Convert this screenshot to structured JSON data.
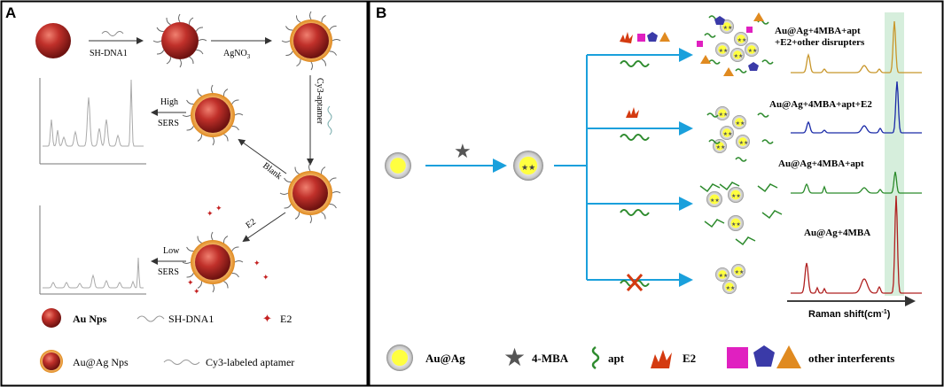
{
  "panel_a": {
    "letter": "A",
    "step_labels": {
      "sh_dna1": "SH-DNA1",
      "agno3_main": "AgNO",
      "agno3_sub": "3",
      "cy3_aptamer": "Cy3-aptamer",
      "blank": "Blank",
      "e2": "E2"
    },
    "high_sers": [
      "High",
      "SERS"
    ],
    "low_sers": [
      "Low",
      "SERS"
    ],
    "legend": {
      "au_nps": "Au Nps",
      "sh_dna1": "SH-DNA1",
      "e2": "E2",
      "auag_nps": "Au@Ag Nps",
      "cy3_aptamer": "Cy3-labeled aptamer"
    }
  },
  "panel_b": {
    "letter": "B",
    "spectrum_labels": [
      [
        "Au@Ag+4MBA+apt",
        "+E2+other disrupters"
      ],
      [
        "Au@Ag+4MBA+apt+E2"
      ],
      [
        "Au@Ag+4MBA+apt"
      ],
      [
        "Au@Ag+4MBA"
      ]
    ],
    "x_axis_main": "Raman shift(cm",
    "x_axis_sup": "-1",
    "x_axis_end": ")",
    "legend": {
      "auag": "Au@Ag",
      "mba": "4-MBA",
      "apt": "apt",
      "e2": "E2",
      "interferents": "other interferents"
    },
    "colors": {
      "arrow": "#1aa0dc",
      "apt": "#2e8b2e",
      "e2": "#d43a10",
      "magenta": "#e020c0",
      "pentagon": "#3a3aa8",
      "orange": "#e08a20",
      "spectrum_orange": "#c8962a",
      "spectrum_blue": "#1a2aa8",
      "spectrum_green": "#2a8a2a",
      "spectrum_red": "#b02020",
      "band": "#d6eedc"
    }
  }
}
